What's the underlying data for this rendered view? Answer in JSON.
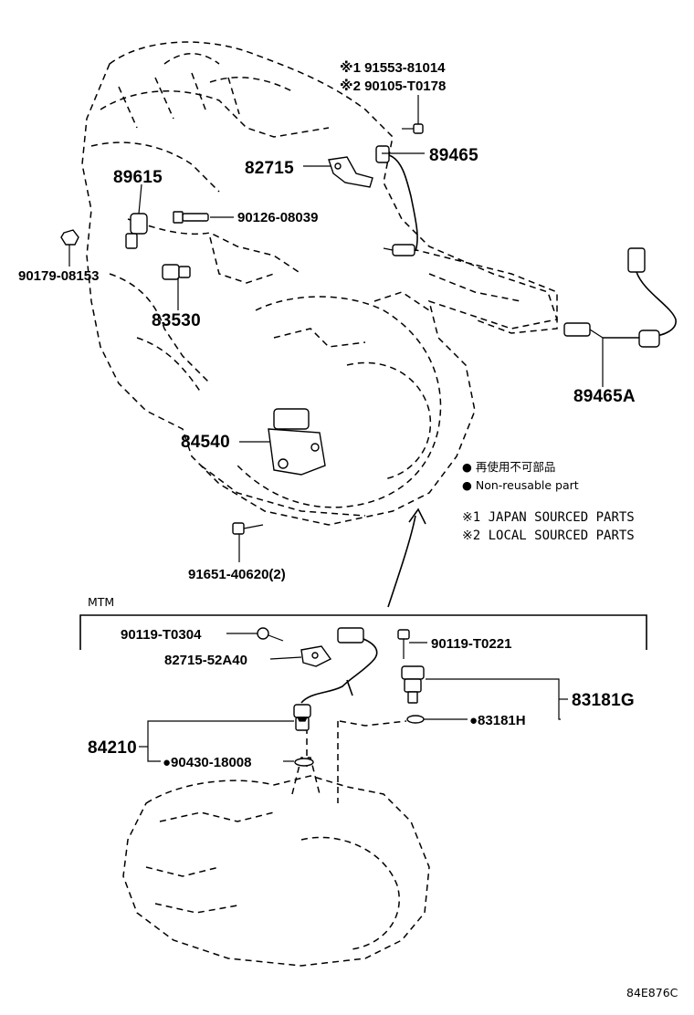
{
  "notes": {
    "bolt_jp": "※1 91553-81014",
    "bolt_local": "※2 90105-T0178"
  },
  "parts": {
    "p89465": "89465",
    "p82715": "82715",
    "p89615": "89615",
    "p90126": "90126-08039",
    "p90179": "90179-08153",
    "p83530": "83530",
    "p89465A": "89465A",
    "p84540": "84540",
    "p91651": "91651-40620(2)",
    "p90119_t0304": "90119-T0304",
    "p82715_52a40": "82715-52A40",
    "p90119_t0221": "90119-T0221",
    "p83181G": "83181G",
    "p83181H": "●83181H",
    "p84210": "84210",
    "p90430": "●90430-18008"
  },
  "legend": {
    "jp": "● 再使用不可部品",
    "en": "● Non-reusable part",
    "src1": "※1 JAPAN SOURCED PARTS",
    "src2": "※2 LOCAL SOURCED PARTS"
  },
  "section": {
    "mtm": "MTM"
  },
  "figure_id": "84E876C"
}
